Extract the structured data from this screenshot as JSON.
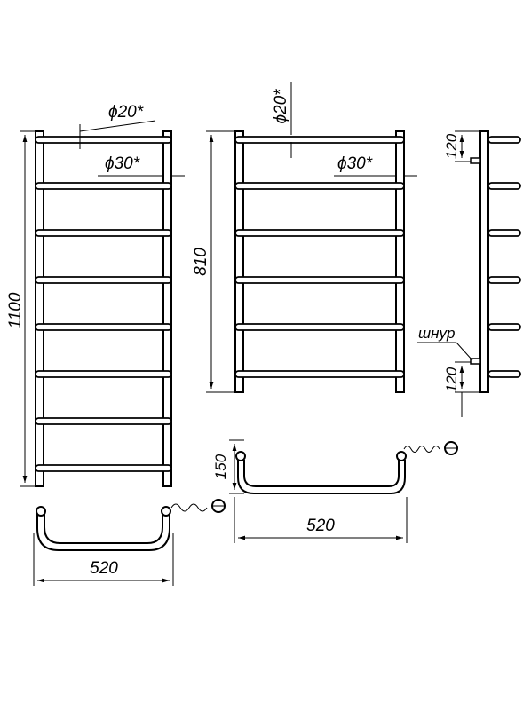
{
  "front_tall": {
    "height_label": "1100",
    "dia_top_label": "ϕ20*",
    "dia_post_label": "ϕ30*",
    "width_label": "520"
  },
  "front_short": {
    "height_label": "810",
    "dia_top_label": "ϕ20*",
    "dia_post_label": "ϕ30*",
    "width_label": "520",
    "depth_label": "150"
  },
  "side": {
    "top_offset_label": "120",
    "bottom_offset_label": "120",
    "cord_label": "шнур"
  }
}
